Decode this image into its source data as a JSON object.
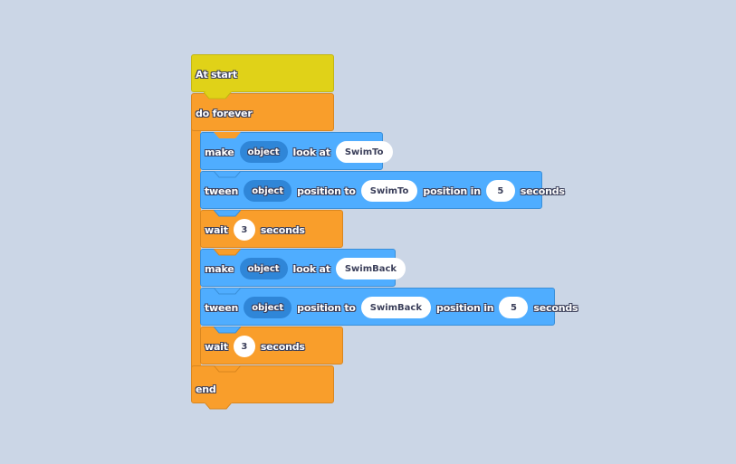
{
  "colors": {
    "background": "#cbd6e6",
    "event_block": "#e0d218",
    "control_block": "#f99e2b",
    "action_block": "#4fadff",
    "object_pill": "#2f86d8",
    "value_pill": "#ffffff"
  },
  "script": {
    "start": {
      "label": "At start"
    },
    "forever": {
      "label": "do forever"
    },
    "end": {
      "label": "end"
    },
    "blocks": [
      {
        "type": "make",
        "w1": "make",
        "obj": "object",
        "w2": "look at",
        "target": "SwimTo"
      },
      {
        "type": "tween",
        "w1": "tween",
        "obj": "object",
        "w2": "position to",
        "target": "SwimTo",
        "w3": "position in",
        "num": "5",
        "w4": "seconds"
      },
      {
        "type": "wait",
        "w1": "wait",
        "num": "3",
        "w2": "seconds"
      },
      {
        "type": "make",
        "w1": "make",
        "obj": "object",
        "w2": "look at",
        "target": "SwimBack"
      },
      {
        "type": "tween",
        "w1": "tween",
        "obj": "object",
        "w2": "position to",
        "target": "SwimBack",
        "w3": "position in",
        "num": "5",
        "w4": "seconds"
      },
      {
        "type": "wait",
        "w1": "wait",
        "num": "3",
        "w2": "seconds"
      }
    ]
  }
}
